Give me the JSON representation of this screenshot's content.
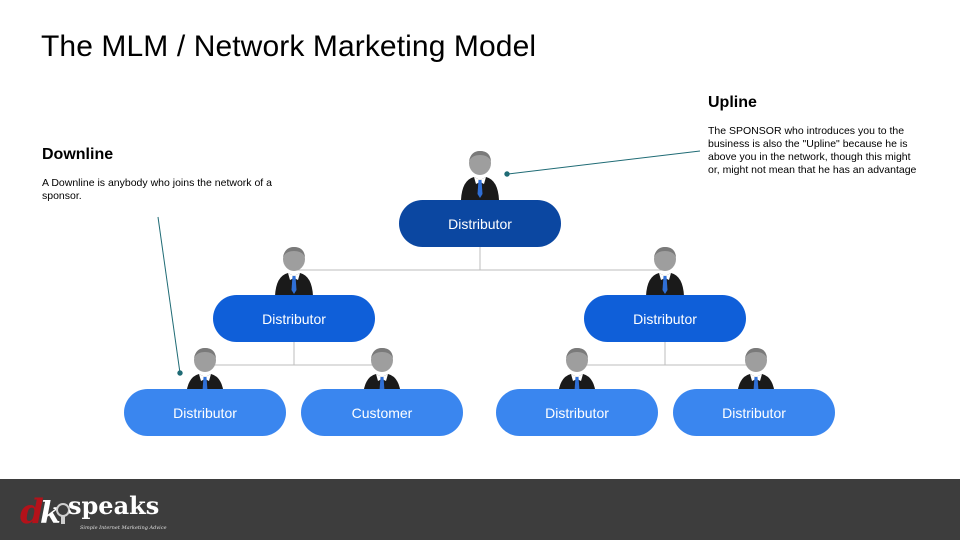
{
  "title": "The MLM / Network Marketing Model",
  "upline": {
    "heading": "Upline",
    "text": "The SPONSOR who introduces you to the business is also the \"Upline\" because he is above you in the network, though this might or, might not mean that he has an advantage"
  },
  "downline": {
    "heading": "Downline",
    "text": "A Downline is anybody who joins the network of a sponsor."
  },
  "nodes": {
    "top": "Distributor",
    "mid_left": "Distributor",
    "mid_right": "Distributor",
    "bottom_1": "Distributor",
    "bottom_2": "Customer",
    "bottom_3": "Distributor",
    "bottom_4": "Distributor"
  },
  "logo": {
    "text": "dk speaks",
    "tagline": "Simple Internet Marketing Advice"
  },
  "colors": {
    "level0": "#0b47a1",
    "level1": "#0f5fd9",
    "level2": "#3a86ef",
    "footer": "#3d3d3d",
    "logo_red": "#b3121a"
  }
}
